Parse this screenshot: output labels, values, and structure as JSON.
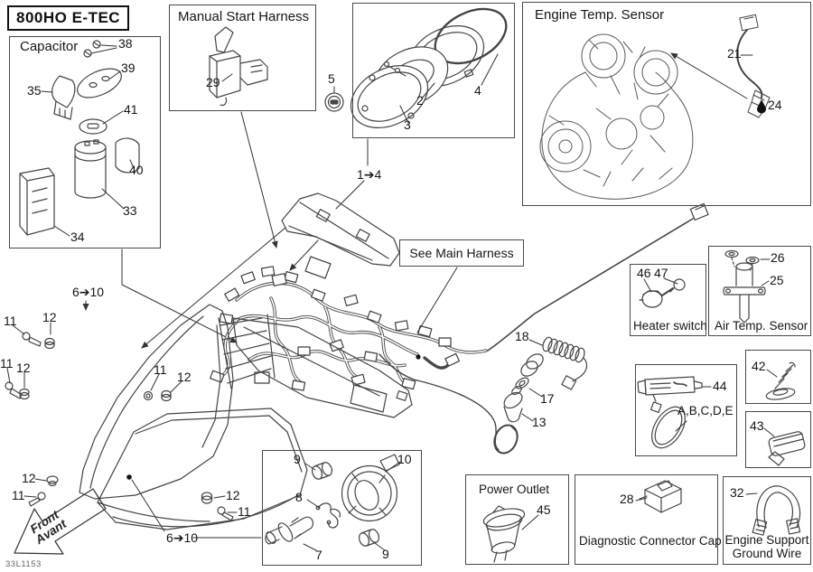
{
  "page": {
    "title": "800HO E-TEC",
    "sheet_code": "33L1153"
  },
  "sections": {
    "capacitor": "Capacitor",
    "manual_start_harness": "Manual Start Harness",
    "engine_temp_sensor": "Engine Temp. Sensor",
    "see_main_harness": "See Main Harness",
    "heater_switch": "Heater switch",
    "air_temp_sensor": "Air Temp. Sensor",
    "power_outlet": "Power Outlet",
    "diagnostic_connector_cap": "Diagnostic Connector Cap",
    "engine_support_line1": "Engine Support",
    "engine_support_line2": "Ground Wire"
  },
  "front_arrow": {
    "line1": "Front",
    "line2": "Avant"
  },
  "callouts": {
    "n2": "2",
    "n3": "3",
    "n4": "4",
    "n5": "5",
    "n7": "7",
    "n8": "8",
    "n9": "9",
    "n10": "10",
    "n11": "11",
    "n12": "12",
    "n13": "13",
    "n17": "17",
    "n18": "18",
    "n21": "21",
    "n24": "24",
    "n25": "25",
    "n26": "26",
    "n28": "28",
    "n29": "29",
    "n32": "32",
    "n33": "33",
    "n34": "34",
    "n35": "35",
    "n38": "38",
    "n39": "39",
    "n40": "40",
    "n41": "41",
    "n42": "42",
    "n43": "43",
    "n44": "44",
    "n45": "45",
    "n46": "46",
    "n47": "47",
    "range_1_4": "1➔4",
    "range_6_10": "6➔10",
    "glue_kit": "A,B,C,D,E"
  }
}
